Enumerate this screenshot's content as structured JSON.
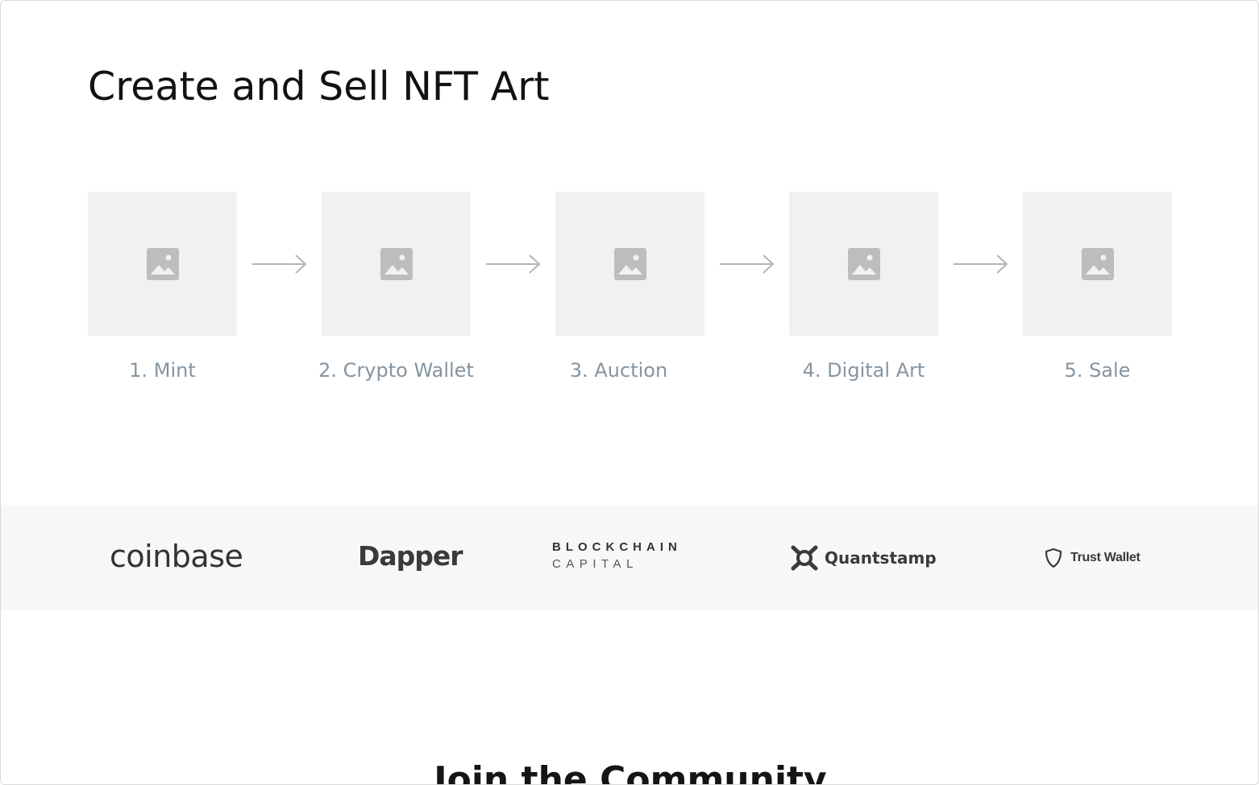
{
  "header": {
    "title": "Create and Sell NFT Art"
  },
  "steps": [
    {
      "label": "1. Mint",
      "icon": "image-placeholder-icon"
    },
    {
      "label": "2. Crypto Wallet",
      "icon": "image-placeholder-icon"
    },
    {
      "label": "3. Auction",
      "icon": "image-placeholder-icon"
    },
    {
      "label": "4. Digital Art",
      "icon": "image-placeholder-icon"
    },
    {
      "label": "5. Sale",
      "icon": "image-placeholder-icon"
    }
  ],
  "logos": {
    "coinbase": "coinbase",
    "dapper": "Dapper",
    "blockchain_line1": "BLOCKCHAIN",
    "blockchain_line2": "CAPITAL",
    "quantstamp": "Quantstamp",
    "trust_wallet": "Trust Wallet"
  },
  "community": {
    "title": "Join the Community"
  },
  "colors": {
    "title": "#121212",
    "step_label": "#8695a0",
    "thumb_bg": "#f1f1f1",
    "logo_band_bg": "#f7f7f7",
    "arrow": "#b5b5b5"
  }
}
